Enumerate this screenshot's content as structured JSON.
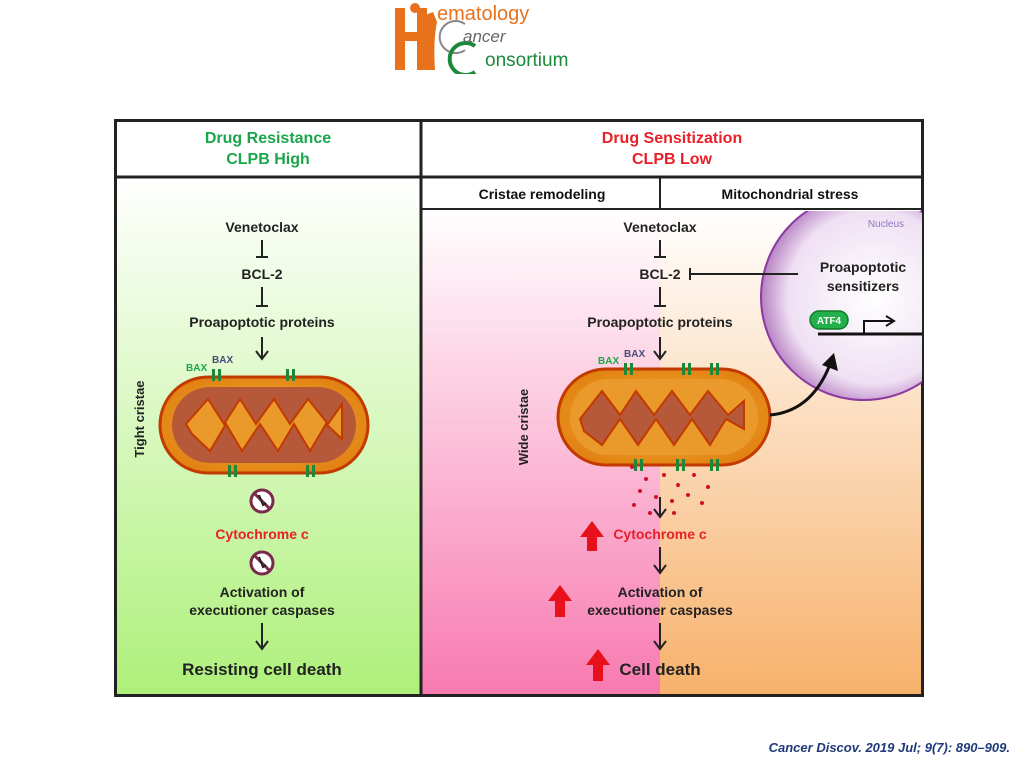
{
  "logo": {
    "line1": "ematology",
    "line2": "ancer",
    "line3": "onsortium",
    "brand_orange": "#e8711c",
    "brand_green": "#1a8a3a"
  },
  "left_panel": {
    "title1": "Drug Resistance",
    "title2": "CLPB High",
    "side_label": "Tight cristae",
    "venetoclax": "Venetoclax",
    "bcl2": "BCL-2",
    "proapoptotic": "Proapoptotic proteins",
    "bax_green": "BAX",
    "bax_dark": "BAX",
    "cytochrome": "Cytochrome c",
    "activation1": "Activation of",
    "activation2": "executioner caspases",
    "outcome": "Resisting cell death",
    "title_color": "#1aa64a"
  },
  "right_panel": {
    "title1": "Drug Sensitization",
    "title2": "CLPB Low",
    "sub_left": "Cristae remodeling",
    "sub_right": "Mitochondrial stress",
    "side_label": "Wide cristae",
    "venetoclax": "Venetoclax",
    "bcl2": "BCL-2",
    "proapoptotic": "Proapoptotic proteins",
    "bax_green": "BAX",
    "bax_dark": "BAX",
    "cytochrome": "Cytochrome c",
    "activation1": "Activation of",
    "activation2": "executioner caspases",
    "outcome": "Cell death",
    "title_color": "#e8202a"
  },
  "nucleus": {
    "label": "Nucleus",
    "text1": "Proapoptotic",
    "text2": "sensitizers",
    "atf4": "ATF4"
  },
  "citation": "Cancer Discov. 2019 Jul; 9(7): 890–909."
}
